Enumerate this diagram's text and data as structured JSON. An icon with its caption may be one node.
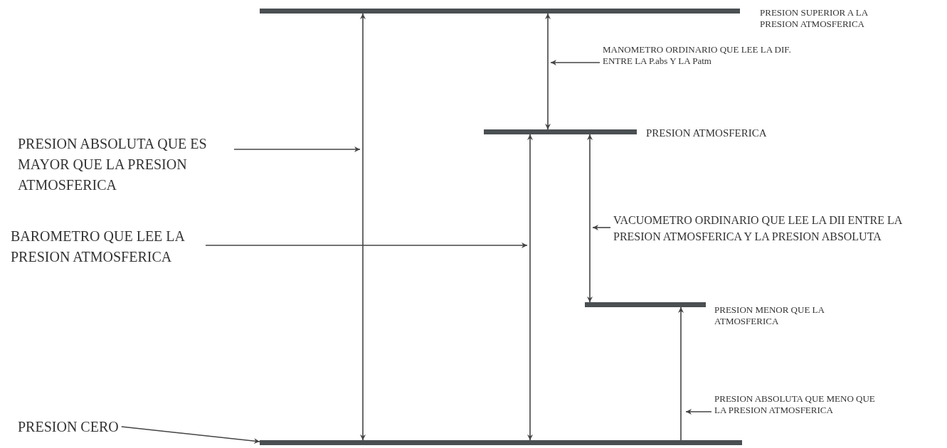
{
  "diagram": {
    "nodes": [
      {
        "text": [
          "PRESION SUPERIOR A LA PRESION ATMOSFERICA"
        ]
      },
      {
        "text": [
          "PRESION ATMOSFERICA"
        ]
      },
      {
        "text": [
          "PRESION MENOR QUE LA ATMOSFERICA"
        ]
      },
      {
        "text": [],
        "shape": "bar"
      },
      {
        "text": [
          "MANOMETRO ORDINARIO QUE LEE LA DIF. ENTRE LA P.abs Y  LA Patm"
        ]
      },
      {
        "text": [
          "PRESION ABSOLUTA  QUE ES MAYOR QUE LA PRESION ATMOSFERICA"
        ]
      },
      {
        "text": [
          "BAROMETRO QUE LEE LA PRESION ATMOSFERICA"
        ]
      },
      {
        "text": [
          "VACUOMETRO ORDINARIO QUE LEE LA DII ENTRE LA PRESION ATMOSFERICA Y LA PRESION ABSOLUTA"
        ]
      },
      {
        "text": [
          "PRESION ABSOLUTA QUE MENO QUE  LA PRESION ATMOSFERICA"
        ]
      },
      {
        "text": [
          "PRESION CERO"
        ]
      }
    ],
    "edges": [
      {
        "from": 3,
        "to": 0,
        "arrow": "both"
      },
      {
        "from": 1,
        "to": 0,
        "arrow": "both"
      },
      {
        "from": 3,
        "to": 1,
        "arrow": "both"
      },
      {
        "from": 2,
        "to": 1,
        "arrow": "both"
      },
      {
        "from": 3,
        "to": 2,
        "arrow": "to"
      },
      {
        "from": 4,
        "to": null,
        "arrow": "to"
      },
      {
        "from": 5,
        "to": null,
        "arrow": "to"
      },
      {
        "from": 6,
        "to": null,
        "arrow": "to"
      },
      {
        "from": 7,
        "to": null,
        "arrow": "to"
      },
      {
        "from": 8,
        "to": null,
        "arrow": "to"
      },
      {
        "from": 9,
        "to": 3,
        "arrow": "to"
      }
    ]
  }
}
